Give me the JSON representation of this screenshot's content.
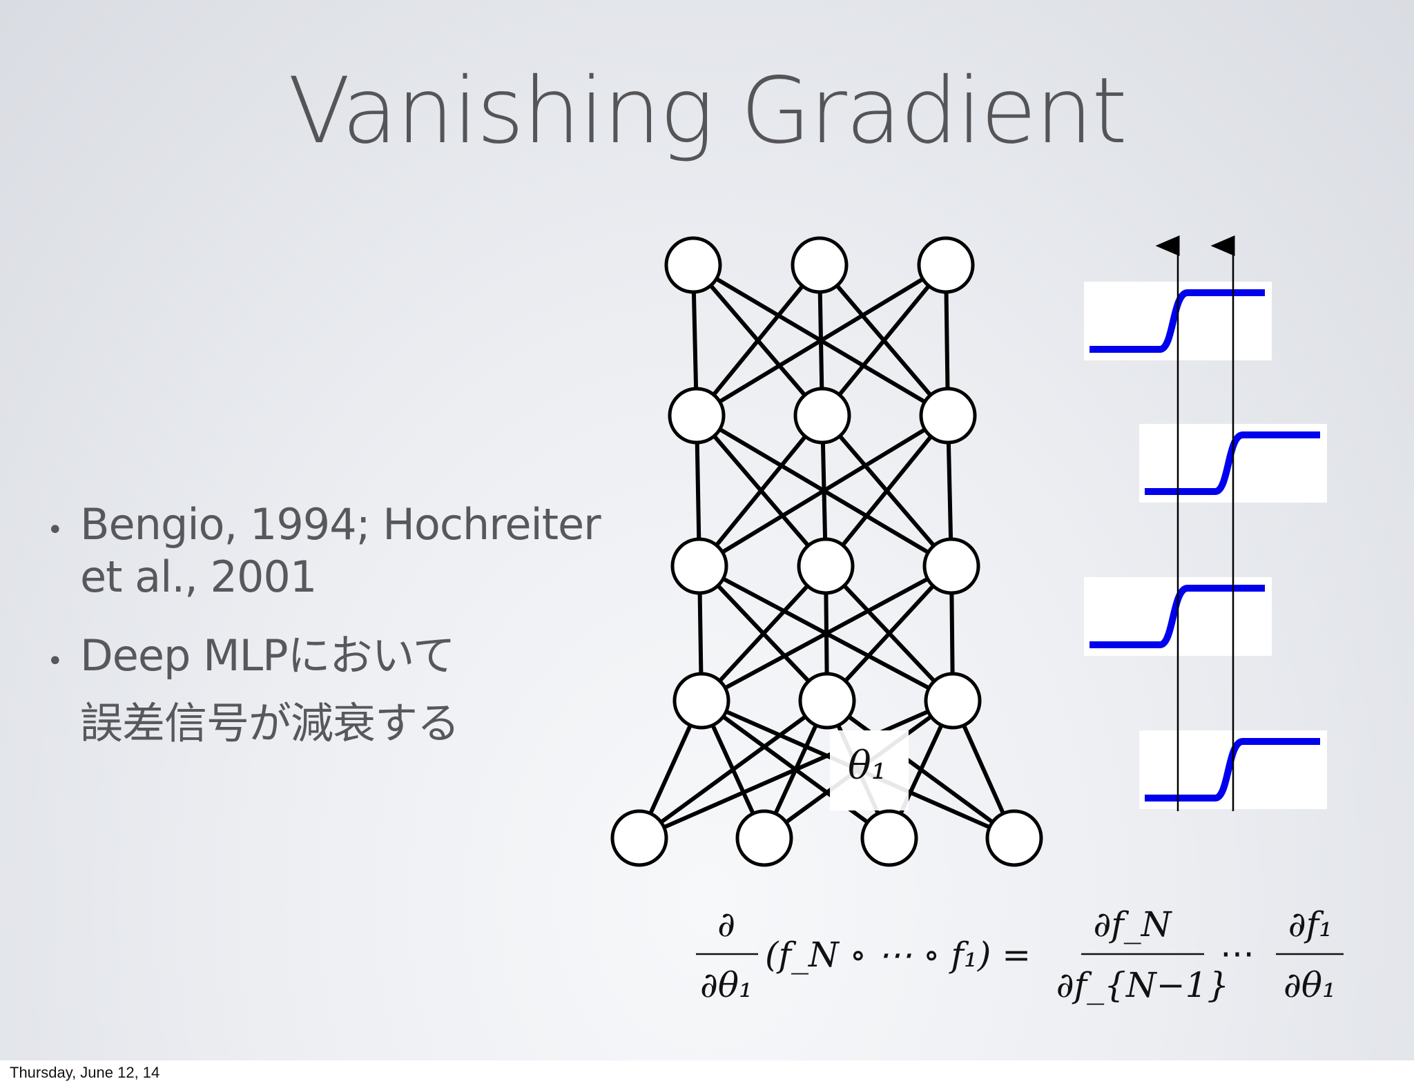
{
  "slide": {
    "title": "Vanishing Gradient",
    "bullets": [
      {
        "lines": [
          "Bengio, 1994; Hochreiter",
          "et al., 2001"
        ]
      },
      {
        "lines": [
          "Deep MLPにおいて",
          "誤差信号が減衰する"
        ]
      }
    ]
  },
  "diagram": {
    "parameter_label": "θ₁",
    "equation": {
      "lhs_numerator": "∂",
      "lhs_denominator": "∂θ₁",
      "lhs_composition": "(f_N ∘ ⋯ ∘ f₁) =",
      "rhs_first_numerator": "∂f_N",
      "rhs_first_denominator": "∂f_{N−1}",
      "rhs_dots": "⋯",
      "rhs_last_numerator": "∂f₁",
      "rhs_last_denominator": "∂θ₁"
    },
    "colors": {
      "sigmoid": "#0000ee",
      "edges": "#000000",
      "faded_edges": "#e8e8e8"
    }
  },
  "footer": {
    "date": "Thursday, June 12, 14"
  }
}
